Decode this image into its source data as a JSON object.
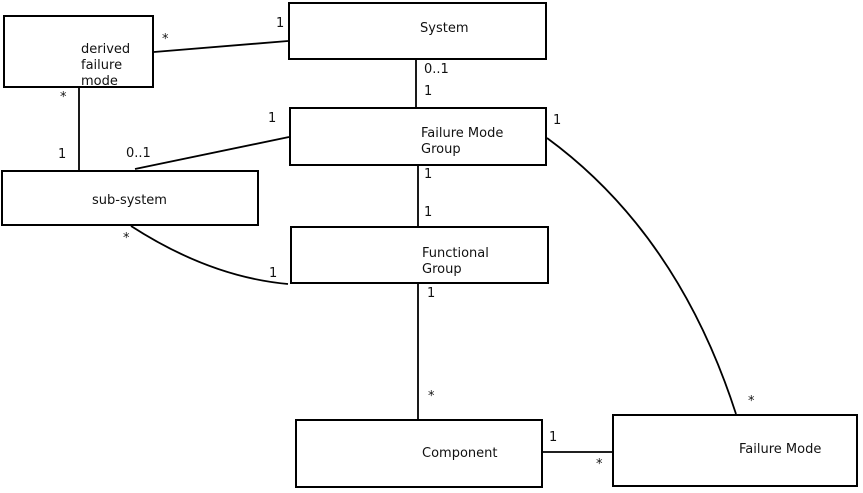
{
  "entities": [
    {
      "id": "derived-failure-mode",
      "label": "derived\nfailure\nmode"
    },
    {
      "id": "system",
      "label": "System"
    },
    {
      "id": "failure-mode-group",
      "label": "Failure Mode\nGroup"
    },
    {
      "id": "sub-system",
      "label": "sub-system"
    },
    {
      "id": "functional-group",
      "label": "Functional\nGroup"
    },
    {
      "id": "component",
      "label": "Component"
    },
    {
      "id": "failure-mode",
      "label": "Failure Mode"
    }
  ],
  "relationships": [
    {
      "from": "derived failure mode",
      "to": "System",
      "from_card": "*",
      "to_card": "1"
    },
    {
      "from": "System",
      "to": "Failure Mode Group",
      "from_card": "0..1",
      "to_card": "1"
    },
    {
      "from": "sub-system",
      "to": "Failure Mode Group",
      "from_card": "0..1",
      "to_card": "1"
    },
    {
      "from": "derived failure mode",
      "to": "sub-system",
      "from_card": "*",
      "to_card": "1"
    },
    {
      "from": "Failure Mode Group",
      "to": "Functional Group",
      "from_card": "1",
      "to_card": "1"
    },
    {
      "from": "sub-system",
      "to": "Functional Group",
      "from_card": "*",
      "to_card": "1"
    },
    {
      "from": "Functional Group",
      "to": "Component",
      "from_card": "1",
      "to_card": "*"
    },
    {
      "from": "Component",
      "to": "Failure Mode",
      "from_card": "1",
      "to_card": "*"
    },
    {
      "from": "Failure Mode Group",
      "to": "Failure Mode",
      "from_card": "1",
      "to_card": "*"
    }
  ],
  "colors": {
    "line": "#000000",
    "background": "#ffffff",
    "text": "#111111"
  }
}
